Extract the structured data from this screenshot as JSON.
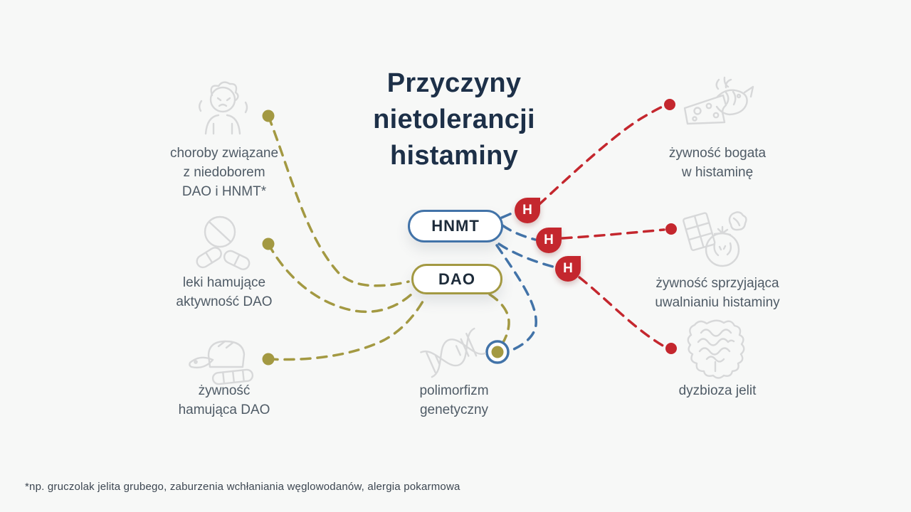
{
  "title": {
    "lines": [
      "Przyczyny",
      "nietolerancji",
      "histaminy"
    ]
  },
  "center": {
    "nodes": [
      {
        "id": "hnmt",
        "label": "HNMT",
        "accent": "#4273a8"
      },
      {
        "id": "dao",
        "label": "DAO",
        "accent": "#a39942"
      }
    ],
    "droplet_letter": "H"
  },
  "causes": [
    {
      "side": "left",
      "icon": "sick-person-icon",
      "label_lines": [
        "choroby związane",
        "z niedoborem",
        "DAO i HNMT*"
      ]
    },
    {
      "side": "left",
      "icon": "pills-icon",
      "label_lines": [
        "leki hamujące",
        "aktywność DAO"
      ]
    },
    {
      "side": "left",
      "icon": "fish-bread-sausage-icon",
      "label_lines": [
        "żywność",
        "hamująca DAO"
      ]
    },
    {
      "side": "right",
      "icon": "cheese-fish-icon",
      "label_lines": [
        "żywność bogata",
        "w histaminę"
      ]
    },
    {
      "side": "right",
      "icon": "chocolate-tomato-icon",
      "label_lines": [
        "żywność sprzyjająca",
        "uwalnianiu histaminy"
      ]
    },
    {
      "side": "right",
      "icon": "intestines-icon",
      "label_lines": [
        "dyzbioza jelit"
      ]
    },
    {
      "side": "bottom",
      "icon": "dna-icon",
      "label_lines": [
        "polimorfizm",
        "genetyczny"
      ]
    }
  ],
  "footnote": "*np. gruczolak jelita grubego, zaburzenia wchłaniania węglowodanów, alergia pokarmowa",
  "colors": {
    "dao_accent": "#a39942",
    "hnmt_accent": "#4273a8",
    "histamine_red": "#c4272e",
    "title_navy": "#1d3048",
    "label_gray": "#4f5b66",
    "icon_gray": "#d7d8d9",
    "background": "#f7f8f7"
  }
}
